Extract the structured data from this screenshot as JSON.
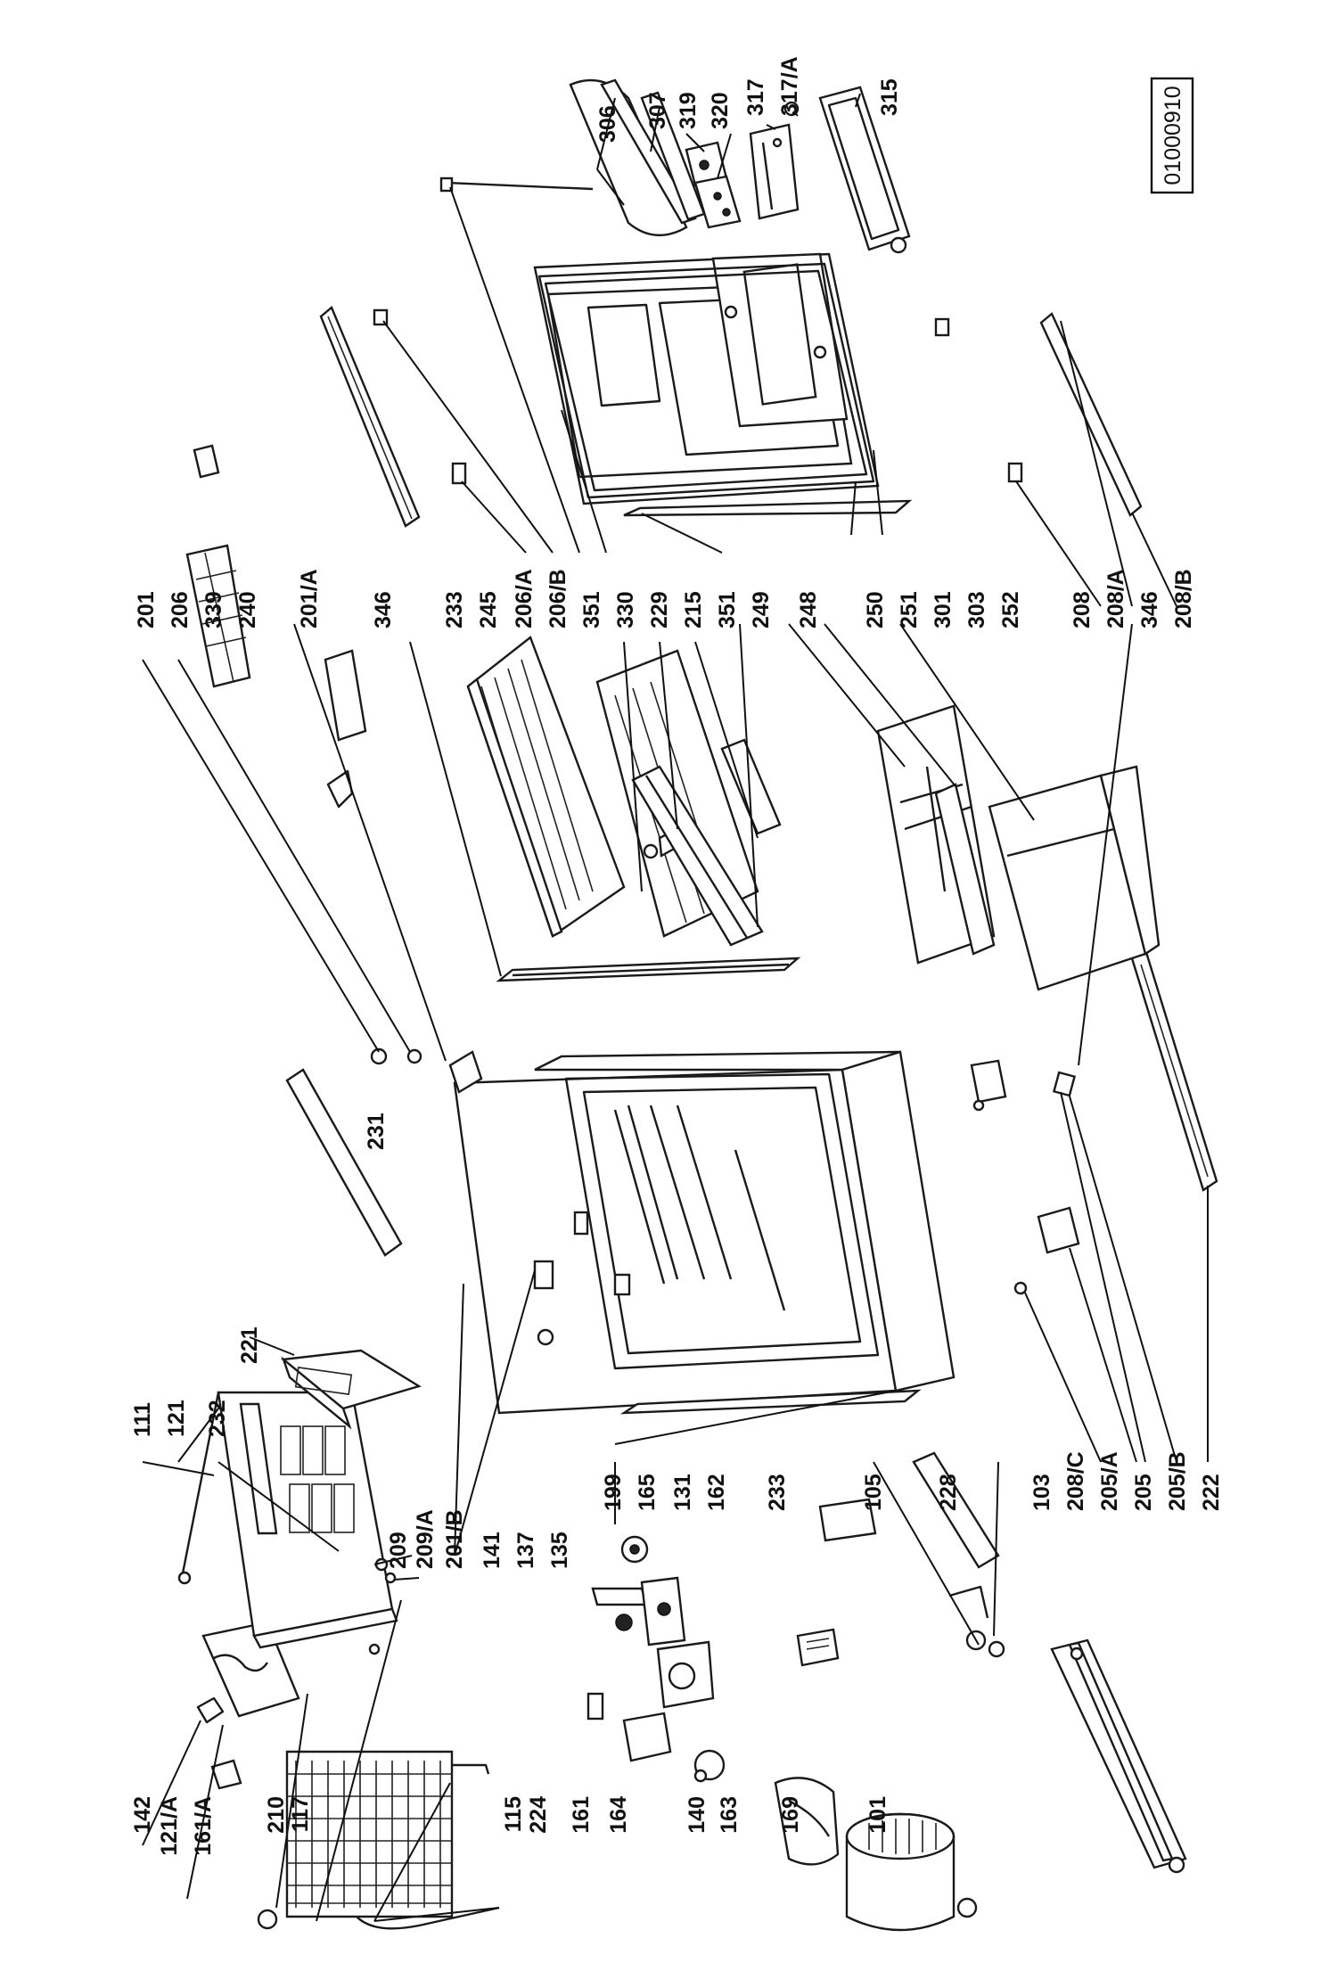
{
  "drawing_reference": "01000910",
  "labels": [
    "142",
    "121/A",
    "161/A",
    "210",
    "117",
    "115",
    "224",
    "161",
    "164",
    "140",
    "163",
    "169",
    "101",
    "111",
    "121",
    "232",
    "221",
    "231",
    "209",
    "209/A",
    "201/B",
    "141",
    "137",
    "135",
    "199",
    "165",
    "131",
    "162",
    "233",
    "105",
    "228",
    "103",
    "208/C",
    "205/A",
    "205",
    "205/B",
    "222",
    "201",
    "206",
    "339",
    "240",
    "201/A",
    "346",
    "233",
    "245",
    "206/A",
    "206/B",
    "351",
    "330",
    "229",
    "215",
    "351",
    "249",
    "248",
    "250",
    "251",
    "301",
    "303",
    "252",
    "208",
    "208/A",
    "346",
    "208/B",
    "306",
    "307",
    "319",
    "320",
    "317",
    "317/A",
    "315"
  ]
}
